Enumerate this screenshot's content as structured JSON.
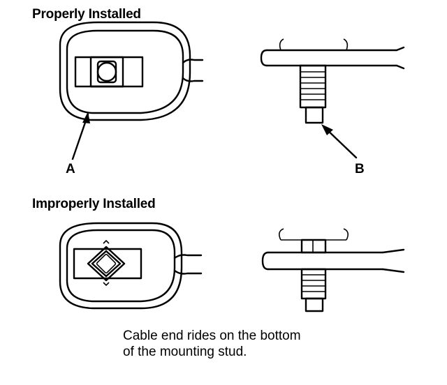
{
  "headings": {
    "proper": "Properly Installed",
    "improper": "Improperly Installed"
  },
  "callouts": {
    "a": "A",
    "b": "B"
  },
  "caption": {
    "line1": "Cable end rides on the bottom",
    "line2": "of the mounting stud."
  }
}
